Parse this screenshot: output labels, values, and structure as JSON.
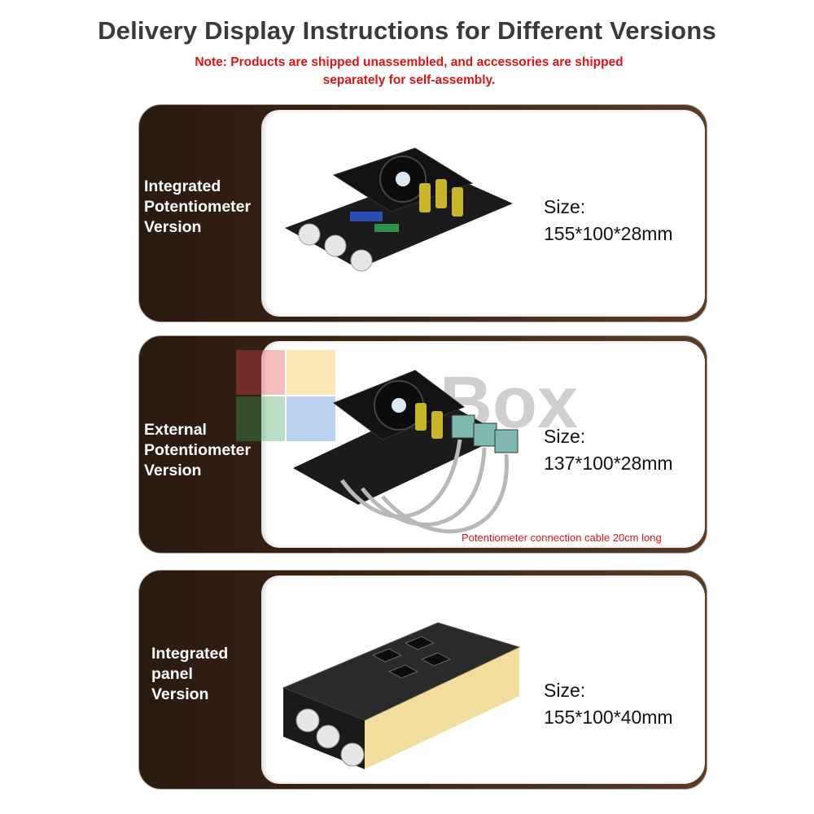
{
  "header": {
    "title": "Delivery Display Instructions for Different Versions",
    "note": "Note: Products are shipped unassembled, and accessories are shipped separately for self-assembly."
  },
  "versions": [
    {
      "label": "Integrated Potentiometer Version",
      "label_lines": [
        "Integrated",
        "Potentiometer",
        "Version"
      ],
      "size_label": "Size:",
      "size_value": "155*100*28mm"
    },
    {
      "label": "External Potentiometer Version",
      "label_lines": [
        "External",
        "Potentiometer",
        "Version"
      ],
      "size_label": "Size:",
      "size_value": "137*100*28mm",
      "cable_note": "Potentiometer connection cable 20cm long"
    },
    {
      "label": "Integrated panel Version",
      "label_lines": [
        "Integrated",
        "panel",
        "Version"
      ],
      "size_label": "Size:",
      "size_value": "155*100*40mm"
    }
  ],
  "watermark": {
    "text": "Box",
    "colors": [
      "#e5484d",
      "#f2c12e",
      "#3aa35a",
      "#3f7fd6"
    ]
  },
  "colors": {
    "card_dark": "#3b2416",
    "note_red": "#e01313",
    "title_gray": "#3a3a3a"
  }
}
